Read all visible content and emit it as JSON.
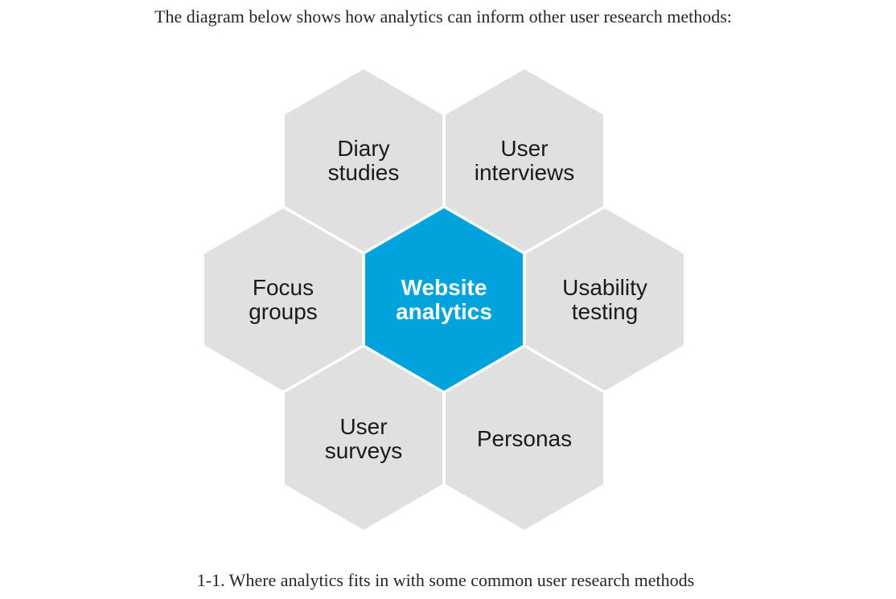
{
  "page": {
    "intro_text": "The diagram below shows how analytics can inform other user research methods:",
    "caption": "1-1. Where analytics fits in with some common user research methods"
  },
  "colors": {
    "primary": "#00A3DC",
    "secondary": "#E0E0E0",
    "label_dark": "#1A1A1A",
    "label_light": "#FFFFFF",
    "text": "#262626",
    "background": "#FFFFFF"
  },
  "diagram": {
    "type": "honeycomb",
    "hexagons": [
      {
        "id": "diary-studies",
        "label": "Diary\nstudies",
        "emphasis": false
      },
      {
        "id": "user-interviews",
        "label": "User\ninterviews",
        "emphasis": false
      },
      {
        "id": "focus-groups",
        "label": "Focus\ngroups",
        "emphasis": false
      },
      {
        "id": "website-analytics",
        "label": "Website\nanalytics",
        "emphasis": true
      },
      {
        "id": "usability-testing",
        "label": "Usability\ntesting",
        "emphasis": false
      },
      {
        "id": "user-surveys",
        "label": "User\nsurveys",
        "emphasis": false
      },
      {
        "id": "personas",
        "label": "Personas",
        "emphasis": false
      }
    ]
  }
}
